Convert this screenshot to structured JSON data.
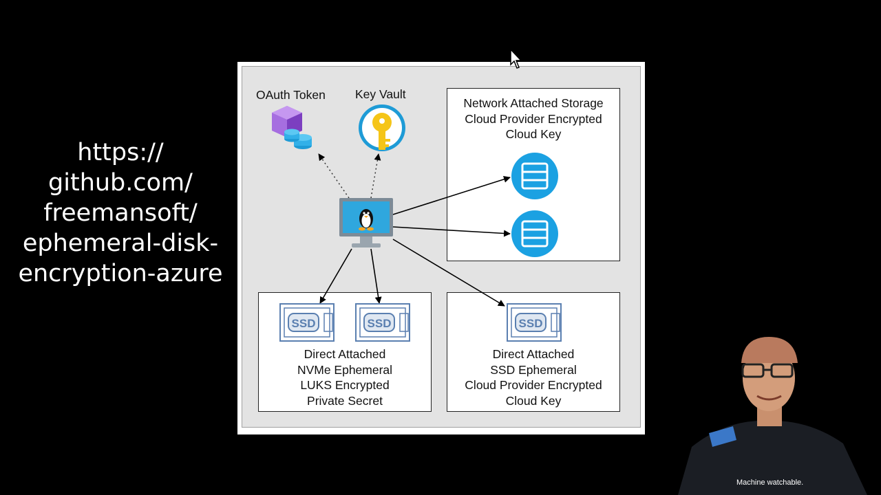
{
  "sidebar": {
    "url_lines": [
      "https://",
      "github.com/",
      "freemansoft/",
      "ephemeral-disk-",
      "encryption-azure"
    ]
  },
  "diagram": {
    "oauth_label": "OAuth Token",
    "keyvault_label": "Key Vault",
    "network_storage": {
      "lines": [
        "Network Attached Storage",
        "Cloud Provider Encrypted",
        "Cloud Key"
      ]
    },
    "nvme_box": {
      "lines": [
        "Direct Attached",
        "NVMe Ephemeral",
        "LUKS Encrypted",
        "Private Secret"
      ]
    },
    "ssd_box": {
      "lines": [
        "Direct Attached",
        "SSD Ephemeral",
        "Cloud Provider Encrypted",
        "Cloud Key"
      ]
    },
    "ssd_chip_text": "SSD"
  },
  "presenter": {
    "shirt_text": "Machine watchable."
  },
  "colors": {
    "disk_blue": "#1ba1e2",
    "key_gold": "#f5c518",
    "token_purple": "#9b59d0",
    "ssd_blue": "#5a7fb0"
  },
  "icons": [
    "oauth-token-icon",
    "key-vault-icon",
    "linux-vm-icon",
    "disk-icon",
    "ssd-icon",
    "mouse-cursor-icon"
  ]
}
